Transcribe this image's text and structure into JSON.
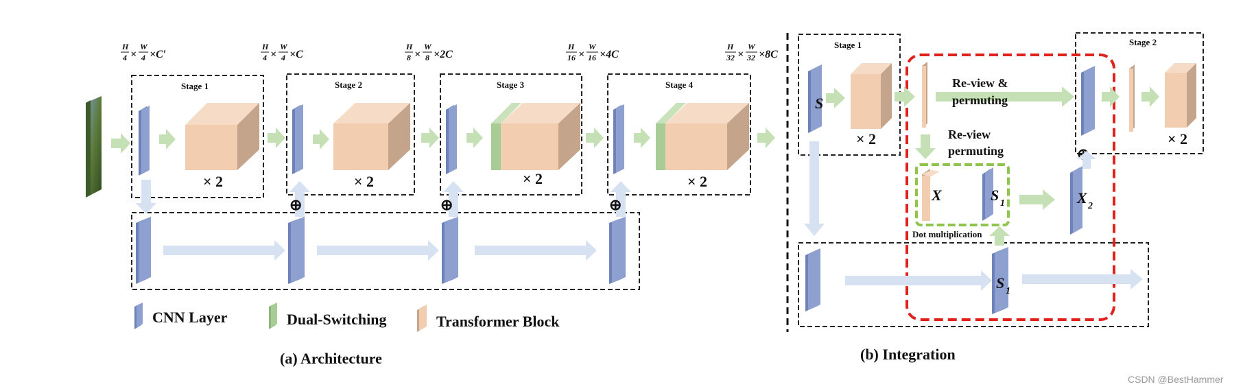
{
  "architecture": {
    "caption": "(a) Architecture",
    "stages": [
      {
        "label": "Stage 1",
        "repeat": "× 2"
      },
      {
        "label": "Stage 2",
        "repeat": "× 2"
      },
      {
        "label": "Stage 3",
        "repeat": "× 2"
      },
      {
        "label": "Stage 4",
        "repeat": "× 2"
      }
    ],
    "dims": [
      {
        "h": "H",
        "hd": "4",
        "w": "W",
        "wd": "4",
        "c": "×C′"
      },
      {
        "h": "H",
        "hd": "4",
        "w": "W",
        "wd": "4",
        "c": "×C"
      },
      {
        "h": "H",
        "hd": "8",
        "w": "W",
        "wd": "8",
        "c": "×2C"
      },
      {
        "h": "H",
        "hd": "16",
        "w": "W",
        "wd": "16",
        "c": "×4C"
      },
      {
        "h": "H",
        "hd": "32",
        "w": "W",
        "wd": "32",
        "c": "×8C"
      }
    ],
    "times": "×",
    "oplus": "⊕"
  },
  "legend": {
    "cnn": "CNN Layer",
    "dual": "Dual-Switching",
    "transformer": "Transformer Block"
  },
  "integration": {
    "caption": "(b) Integration",
    "stage1": "Stage 1",
    "stage2": "Stage 2",
    "repeat": "× 2",
    "s": "S",
    "s1": "S",
    "s1_sub": "1",
    "x": "X",
    "x2": "X",
    "x2_sub": "2",
    "review1_a": "Re-view &",
    "review1_b": "permuting",
    "review2_a": "Re-view",
    "review2_b": "permuting",
    "dotmul": "Dot multiplication",
    "oplus": "⊕"
  },
  "watermark": "CSDN @BestHammer",
  "colors": {
    "cnn_front": "#8da0cf",
    "cnn_side": "#6d82b8",
    "tf_front": "#f3cdb0",
    "tf_side": "#c4a58c",
    "tf_top": "#f6dcc6",
    "dual": "#a8cc96",
    "arrow_green": "#c5e0b4",
    "arrow_blue": "#d6e1f2",
    "red": "#e0211c",
    "green_dash": "#8fc44d"
  }
}
